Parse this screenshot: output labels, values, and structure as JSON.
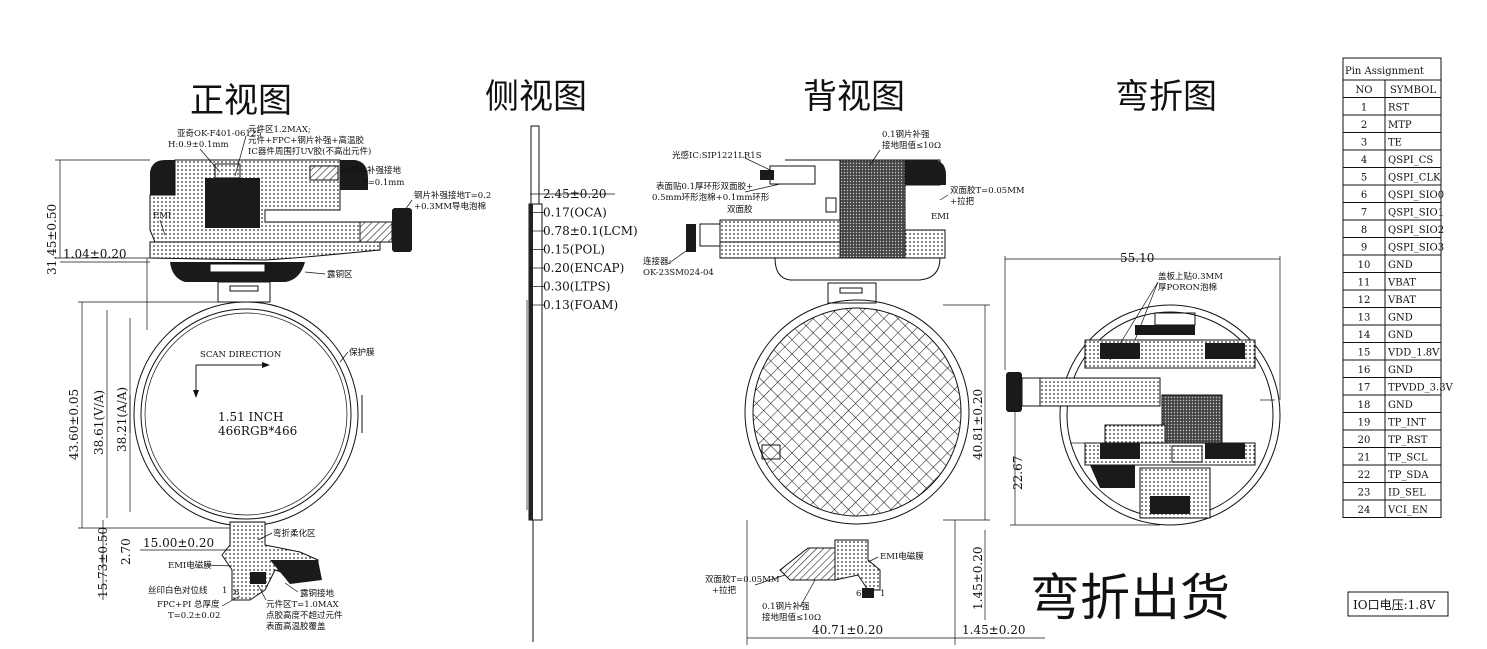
{
  "titles": {
    "front": "正视图",
    "side": "侧视图",
    "back": "背视图",
    "bend": "弯折图",
    "bend_ship": "弯折出货"
  },
  "front": {
    "note_part": "亚奇OK-F401-06125",
    "note_h": "H:0.9±0.1mm",
    "note_comp1": "元件区1.2MAX;",
    "note_comp2": "元件+FPC+钢片补强+高温胶",
    "note_comp3": "IC器件周围打UV胶(不高出元件)",
    "note_steel": "钢片补强接地",
    "note_steel_t": "T=0.1mm",
    "note_steel_gnd1": "钢片补强接地T=0.2",
    "note_steel_gnd2": "+0.3MM导电泡棉",
    "note_emi": "EMI",
    "note_copper": "露铜区",
    "note_film": "保护膜",
    "scan": "SCAN DIRECTION",
    "size": "1.51 INCH",
    "res": "466RGB*466",
    "note_bend_area": "弯折柔化区",
    "note_emi_film": "EMI电磁膜",
    "note_silk": "丝印白色对位线",
    "note_pin1": "1",
    "note_pin6": "6",
    "note_fpc1": "FPC+PI 总厚度",
    "note_fpc2": "T=0.2±0.02",
    "note_comp_t": "元件区T=1.0MAX",
    "note_glue1": "点胶高度不超过元件",
    "note_glue2": "表面高温胶覆盖",
    "note_copper2": "露铜接地",
    "dim_total_h": "31.45±0.50",
    "dim_offset": "1.04±0.20",
    "dim_outline": "43.60±0.05",
    "dim_va": "38.61(V/A)",
    "dim_aa": "38.21(A/A)",
    "dim_tail": "15.73±0.50",
    "dim_tail_w": "15.00±0.20",
    "dim_tail_h": "2.70"
  },
  "side": {
    "layers": [
      "2.45±0.20",
      "0.17(OCA)",
      "0.78±0.1(LCM)",
      "0.15(POL)",
      "0.20(ENCAP)",
      "0.30(LTPS)",
      "0.13(FOAM)"
    ]
  },
  "back": {
    "note_sensor": "光感IC:SIP1221LR1S",
    "note_steel1": "0.1钢片补强",
    "note_steel2": "接地阻值≤10Ω",
    "note_tape1": "表面贴0.1厚环形双面胶+",
    "note_tape2": "0.5mm环形泡棉+0.1mm环形",
    "note_tape3": "双面胶",
    "note_dtape1": "双面胶T=0.05MM",
    "note_dtape2": "+拉把",
    "note_emi": "EMI",
    "note_conn1": "连接器:",
    "note_conn2": "OK-23SM024-04",
    "note_emi_film": "EMI电磁膜",
    "note_dtape3": "双面胶T=0.05MM",
    "note_dtape4": "+拉把",
    "note_steel3": "0.1钢片补强",
    "note_steel4": "接地阻值≤10Ω",
    "note_pin6": "6",
    "note_pin1": "1",
    "dim_h": "40.81±0.20",
    "dim_w": "40.71±0.20",
    "dim_small_h": "1.45±0.20",
    "dim_small_w": "1.45±0.20"
  },
  "bend": {
    "dim_w": "55.10",
    "dim_h": "22.67",
    "note_cover1": "盖板上贴0.3MM",
    "note_cover2": "厚PORON泡棉"
  },
  "pin_table": {
    "title": "Pin Assignment",
    "headers": [
      "NO",
      "SYMBOL"
    ],
    "rows": [
      [
        "1",
        "RST"
      ],
      [
        "2",
        "MTP"
      ],
      [
        "3",
        "TE"
      ],
      [
        "4",
        "QSPI_CS"
      ],
      [
        "5",
        "QSPI_CLK"
      ],
      [
        "6",
        "QSPI_SIO0"
      ],
      [
        "7",
        "QSPI_SIO1"
      ],
      [
        "8",
        "QSPI_SIO2"
      ],
      [
        "9",
        "QSPI_SIO3"
      ],
      [
        "10",
        "GND"
      ],
      [
        "11",
        "VBAT"
      ],
      [
        "12",
        "VBAT"
      ],
      [
        "13",
        "GND"
      ],
      [
        "14",
        "GND"
      ],
      [
        "15",
        "VDD_1.8V"
      ],
      [
        "16",
        "GND"
      ],
      [
        "17",
        "TPVDD_3.3V"
      ],
      [
        "18",
        "GND"
      ],
      [
        "19",
        "TP_INT"
      ],
      [
        "20",
        "TP_RST"
      ],
      [
        "21",
        "TP_SCL"
      ],
      [
        "22",
        "TP_SDA"
      ],
      [
        "23",
        "ID_SEL"
      ],
      [
        "24",
        "VCI_EN"
      ]
    ]
  },
  "io_voltage": "IO口电压:1.8V"
}
